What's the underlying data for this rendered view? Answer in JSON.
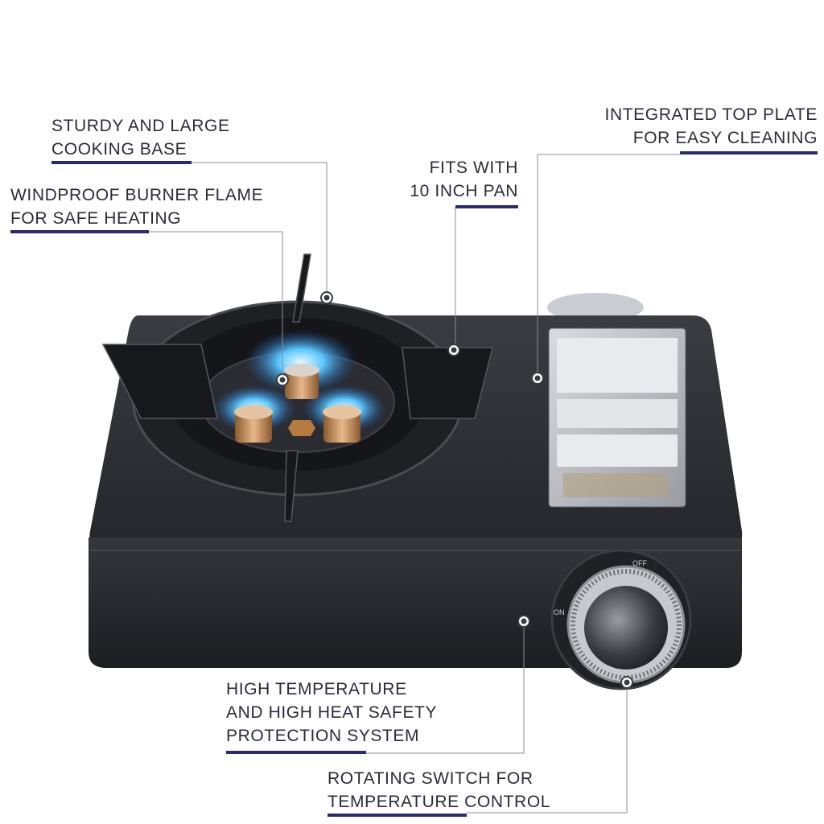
{
  "callouts": {
    "sturdy_base": [
      "STURDY AND LARGE",
      "COOKING BASE"
    ],
    "windproof": [
      "WINDPROOF BURNER FLAME",
      "FOR SAFE HEATING"
    ],
    "fits_pan": [
      "FITS WITH",
      "10 INCH PAN"
    ],
    "top_plate": [
      "INTEGRATED TOP PLATE",
      "FOR EASY CLEANING"
    ],
    "safety": [
      "HIGH TEMPERATURE",
      "AND HIGH HEAT SAFETY",
      "PROTECTION SYSTEM"
    ],
    "switch": [
      "ROTATING SWITCH FOR",
      "TEMPERATURE CONTROL"
    ]
  },
  "knob_marks": {
    "off": "OFF",
    "on": "ON"
  },
  "colors": {
    "underline": "#2a2a6e",
    "stove_body": "#2b2d33",
    "flame": "#3fb6ff",
    "brass": "#c8905a"
  }
}
